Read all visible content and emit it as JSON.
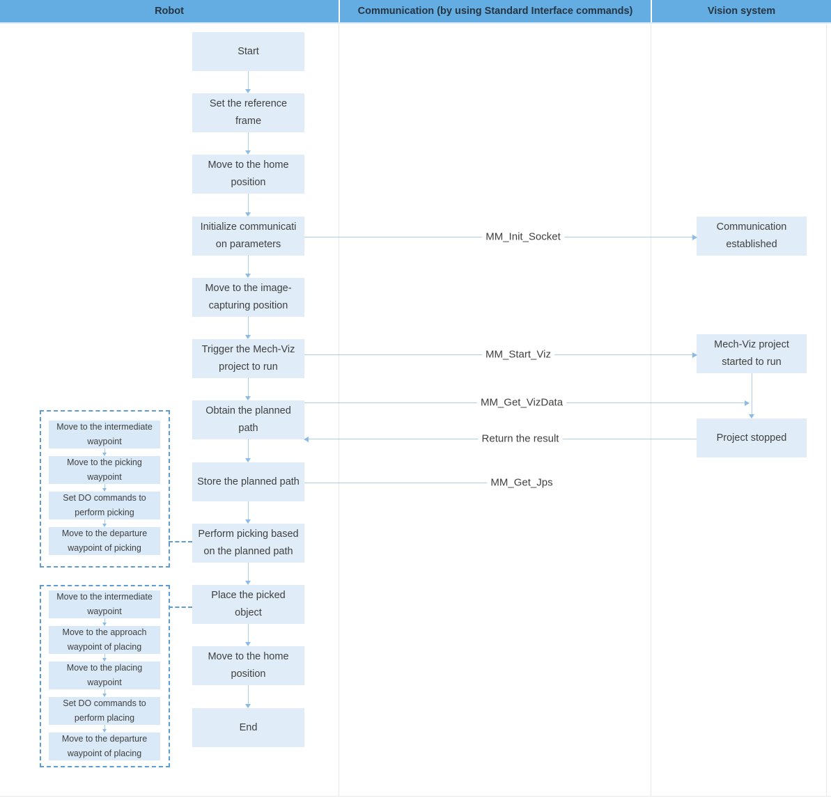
{
  "header": {
    "columns": [
      {
        "label": "Robot"
      },
      {
        "label": "Communication (by using Standard Interface commands)"
      },
      {
        "label": "Vision system"
      }
    ]
  },
  "robot_steps": [
    {
      "lines": [
        "Start"
      ]
    },
    {
      "lines": [
        "Set the reference",
        "frame"
      ]
    },
    {
      "lines": [
        "Move to the home",
        "position"
      ]
    },
    {
      "lines": [
        "Initialize communicati",
        "on parameters"
      ]
    },
    {
      "lines": [
        "Move to the image-",
        "capturing position"
      ]
    },
    {
      "lines": [
        "Trigger the Mech-Viz",
        "project to run"
      ]
    },
    {
      "lines": [
        "Obtain the planned",
        "path"
      ]
    },
    {
      "lines": [
        "Store the planned path"
      ]
    },
    {
      "lines": [
        "Perform picking based",
        "on the planned path"
      ]
    },
    {
      "lines": [
        "Place the picked",
        "object"
      ]
    },
    {
      "lines": [
        "Move to the home",
        "position"
      ]
    },
    {
      "lines": [
        "End"
      ]
    }
  ],
  "vision_steps": [
    {
      "lines": [
        "Communication",
        "established"
      ]
    },
    {
      "lines": [
        "Mech-Viz project",
        "started to run"
      ]
    },
    {
      "lines": [
        "Project stopped"
      ]
    }
  ],
  "messages": {
    "init_socket": "MM_Init_Socket",
    "start_viz": "MM_Start_Viz",
    "get_vizdata": "MM_Get_VizData",
    "return_result": "Return the result",
    "get_jps": "MM_Get_Jps"
  },
  "picking_group": {
    "steps": [
      {
        "lines": [
          "Move to the intermediate",
          "waypoint"
        ]
      },
      {
        "lines": [
          "Move to the picking",
          "waypoint"
        ]
      },
      {
        "lines": [
          "Set DO commands to",
          "perform picking"
        ]
      },
      {
        "lines": [
          "Move to the departure",
          "waypoint of picking"
        ]
      }
    ]
  },
  "placing_group": {
    "steps": [
      {
        "lines": [
          "Move to the intermediate",
          "waypoint"
        ]
      },
      {
        "lines": [
          "Move to the approach",
          "waypoint of placing"
        ]
      },
      {
        "lines": [
          "Move to the placing",
          "waypoint"
        ]
      },
      {
        "lines": [
          "Set DO commands to",
          "perform placing"
        ]
      },
      {
        "lines": [
          "Move to the departure",
          "waypoint of placing"
        ]
      }
    ]
  },
  "colors": {
    "header_bg": "#63ade2",
    "header_text": "#273442",
    "header_strip": "#d8e9f8",
    "node_bg": "#e0edf9",
    "subnode_bg": "#d9e9f7",
    "node_text": "#3f3f3f",
    "label_text": "#3f3f3f",
    "line": "#a9cdeb",
    "arrowhead": "#8abbe6",
    "dashed": "#5b9cd6",
    "divider": "#e8e8e8"
  }
}
